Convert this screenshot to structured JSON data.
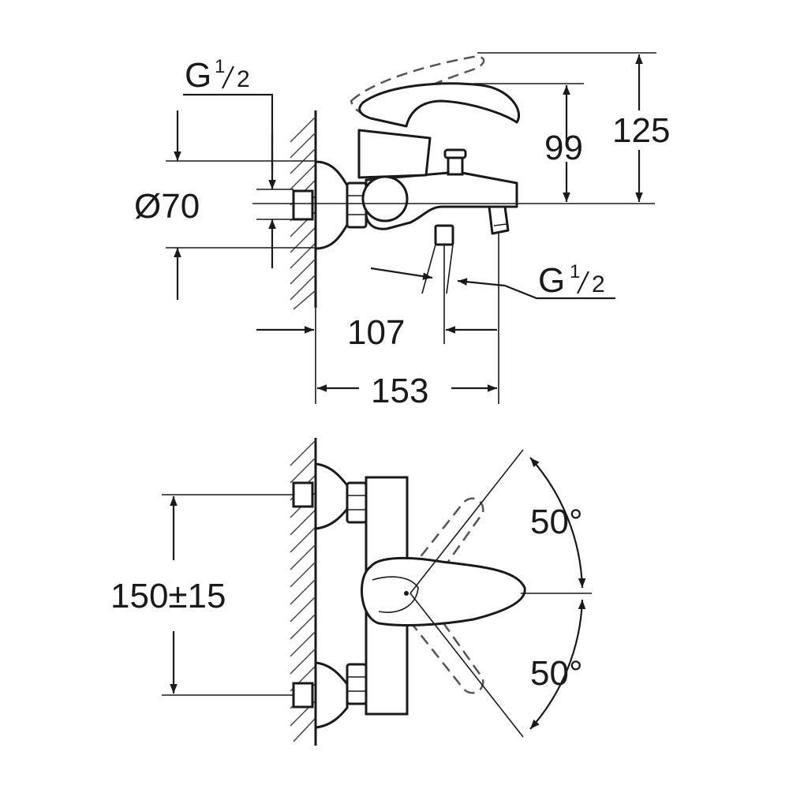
{
  "labels": {
    "thread_top_main": "G",
    "thread_top_num": "1",
    "thread_top_den": "2",
    "diameter": "Ø70",
    "dim_99": "99",
    "dim_125": "125",
    "thread_bottom_main": "G",
    "thread_bottom_num": "1",
    "thread_bottom_den": "2",
    "dim_107": "107",
    "dim_153": "153",
    "dim_150": "150±15",
    "angle_upper": "50°",
    "angle_lower": "50°"
  },
  "colors": {
    "line": "#1a1a1a",
    "background": "#ffffff"
  }
}
